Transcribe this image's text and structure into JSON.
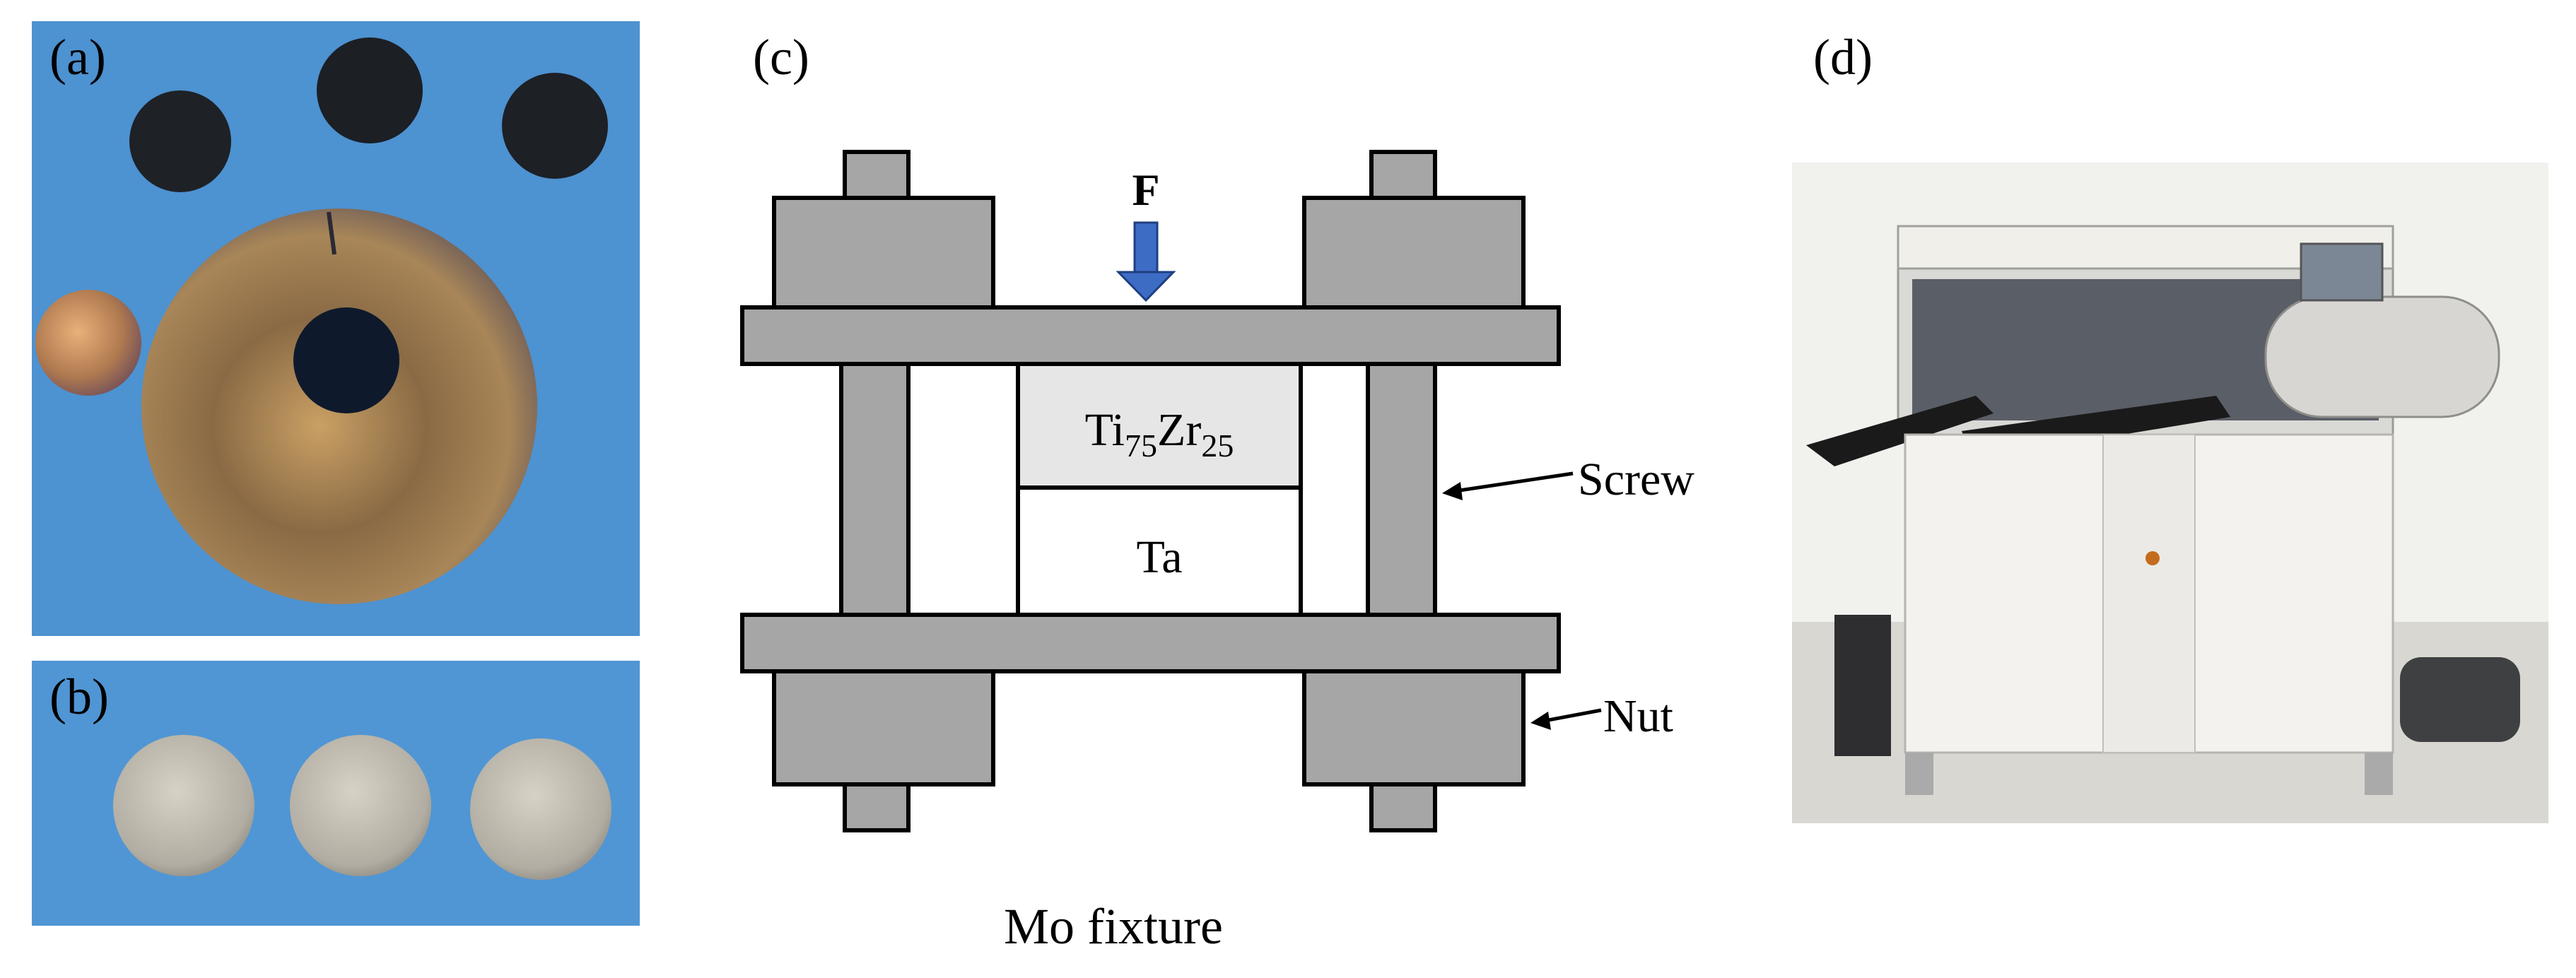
{
  "panels": {
    "a": {
      "label": "(a)"
    },
    "b": {
      "label": "(b)"
    },
    "c": {
      "label": "(c)"
    },
    "d": {
      "label": "(d)"
    }
  },
  "diagram": {
    "force_label": "F",
    "upper_sample": {
      "base": "Ti",
      "sub1": "75",
      "mid": "Zr",
      "sub2": "25"
    },
    "lower_sample": "Ta",
    "screw_label": "Screw",
    "nut_label": "Nut",
    "caption": "Mo fixture",
    "colors": {
      "metal": "#a6a6a6",
      "upper_sample": "#e6e6e6",
      "arrow": "#3d6cc5"
    }
  }
}
